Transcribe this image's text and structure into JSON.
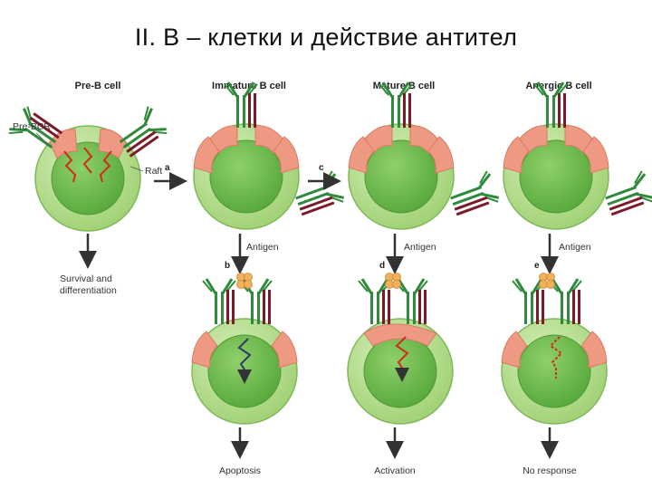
{
  "title": "II. B – клетки и действие антител",
  "headers": {
    "pre_b": "Pre-B cell",
    "immature": "Immature B cell",
    "mature": "Mature B cell",
    "anergic": "Anergic B cell"
  },
  "labels": {
    "pre_bcr": "Pre-BCR",
    "raft": "Raft",
    "antigen_b": "Antigen",
    "antigen_d": "Antigen",
    "antigen_e": "Antigen",
    "survival_1": "Survival and",
    "survival_2": "differentiation",
    "apoptosis": "Apoptosis",
    "activation": "Activation",
    "no_response": "No response"
  },
  "steps": {
    "a": "a",
    "b": "b",
    "c": "c",
    "d": "d",
    "e": "e"
  },
  "colors": {
    "cell_outer": "#a9d77f",
    "cell_inner": "#69bb47",
    "raft": "#ee9a82",
    "receptor_green": "#2f8a3b",
    "receptor_red": "#7d1a2a",
    "antigen": "#f2b25a",
    "signal_red": "#d42a1a",
    "signal_blue": "#2c3c6a"
  }
}
